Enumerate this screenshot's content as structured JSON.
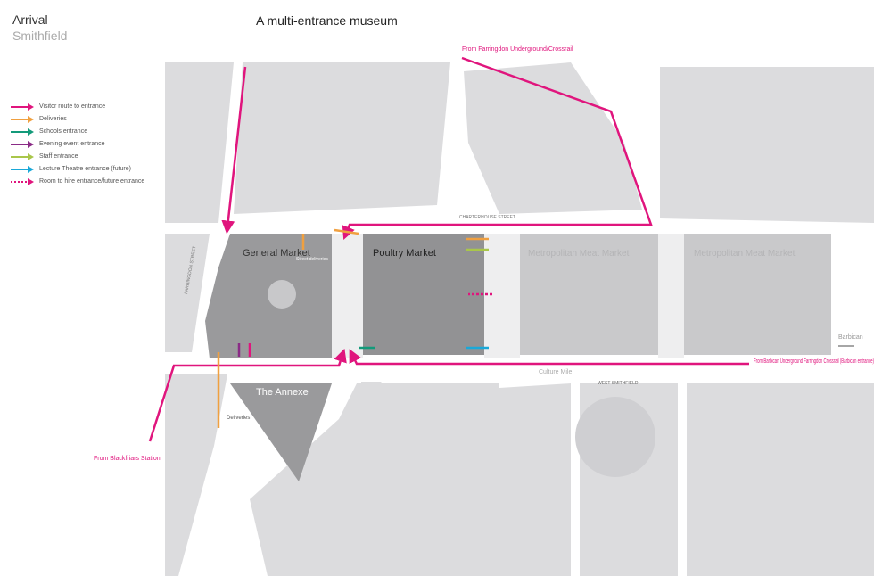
{
  "header": {
    "section": "Arrival",
    "subsection": "Smithfield",
    "title": "A multi-entrance museum"
  },
  "legend": [
    {
      "label": "Visitor route to entrance",
      "color": "#e0157d",
      "style": "solid"
    },
    {
      "label": "Deliveries",
      "color": "#f0a040",
      "style": "solid"
    },
    {
      "label": "Schools entrance",
      "color": "#139a7a",
      "style": "solid"
    },
    {
      "label": "Evening event entrance",
      "color": "#8a2b86",
      "style": "solid"
    },
    {
      "label": "Staff entrance",
      "color": "#a9c64a",
      "style": "solid"
    },
    {
      "label": "Lecture Theatre entrance (future)",
      "color": "#1aa8d8",
      "style": "solid"
    },
    {
      "label": "Room to hire entrance/future entrance",
      "color": "#e0157d",
      "style": "dashed"
    }
  ],
  "buildings": {
    "general_market": "General Market",
    "poultry_market": "Poultry Market",
    "meat_market_1": "Metropolitan Meat Market",
    "meat_market_2": "Metropolitan Meat Market",
    "annexe": "The Annexe"
  },
  "labels": {
    "from_farringdon": "From Farringdon Underground/Crossrail",
    "from_blackfriars": "From Blackfriars Station",
    "from_barbican": "From Barbican Underground Farringdon Crossrail (Barbican entrance)",
    "barbican": "Barbican",
    "culture_mile": "Culture Mile",
    "west_smithfield": "WEST SMITHFIELD",
    "charterhouse_street": "CHARTERHOUSE STREET",
    "farringdon_street": "FARRINGDON STREET",
    "deliveries": "Deliveries",
    "street_deliveries": "Street deliveries"
  }
}
